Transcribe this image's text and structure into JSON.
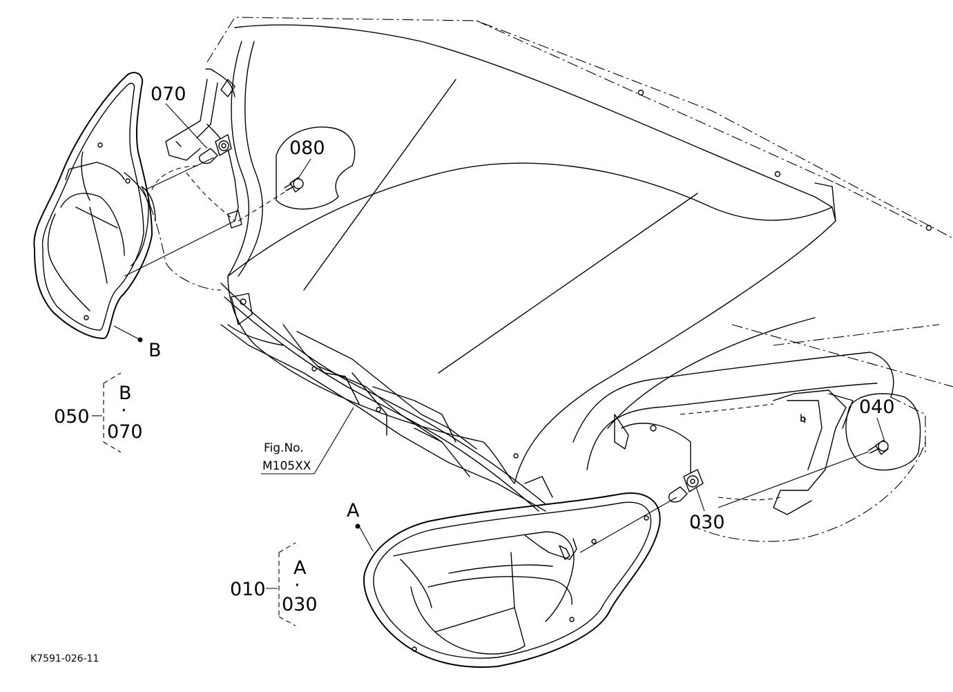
{
  "diagram": {
    "callouts": {
      "p010": "010",
      "p030": "030",
      "p040": "040",
      "p050": "050",
      "p070": "070",
      "p080": "080"
    },
    "markers": {
      "a": "A",
      "b": "B"
    },
    "groups": {
      "group_a": {
        "part": "010",
        "ref": "A",
        "dot": "·",
        "end": "030"
      },
      "group_b": {
        "part": "050",
        "ref": "B",
        "dot": "·",
        "end": "070"
      }
    },
    "figure_reference": {
      "line1": "Fig.No.",
      "line2": "M105XX"
    },
    "drawing_code": "K7591-026-11"
  }
}
